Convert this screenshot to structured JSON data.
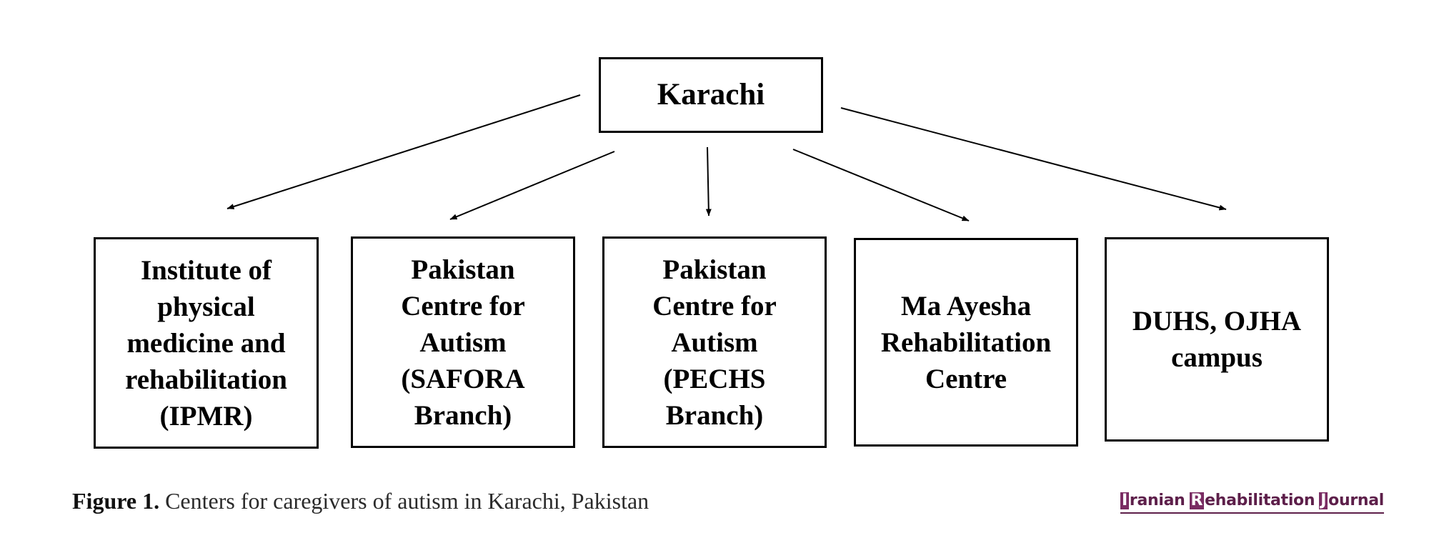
{
  "diagram": {
    "root": {
      "label": "Karachi"
    },
    "children": [
      {
        "label": "Institute of\nphysical\nmedicine and\nrehabilitation\n(IPMR)"
      },
      {
        "label": "Pakistan\nCentre for\nAutism\n(SAFORA\nBranch)"
      },
      {
        "label": "Pakistan\nCentre for\nAutism\n(PECHS\nBranch)"
      },
      {
        "label": "Ma Ayesha\nRehabilitation\nCentre"
      },
      {
        "label": "DUHS, OJHA\ncampus"
      }
    ]
  },
  "caption": {
    "label": "Figure 1.",
    "text": "Centers for caregivers of autism in Karachi, Pakistan"
  },
  "journal": {
    "name": "Iranian Rehabilitation Journal",
    "words": [
      {
        "initial": "I",
        "rest": "ranian"
      },
      {
        "initial": "R",
        "rest": "ehabilitation"
      },
      {
        "initial": "J",
        "rest": "ournal"
      }
    ]
  },
  "colors": {
    "line": "#000000",
    "journal_brand": "#7a2c63"
  }
}
